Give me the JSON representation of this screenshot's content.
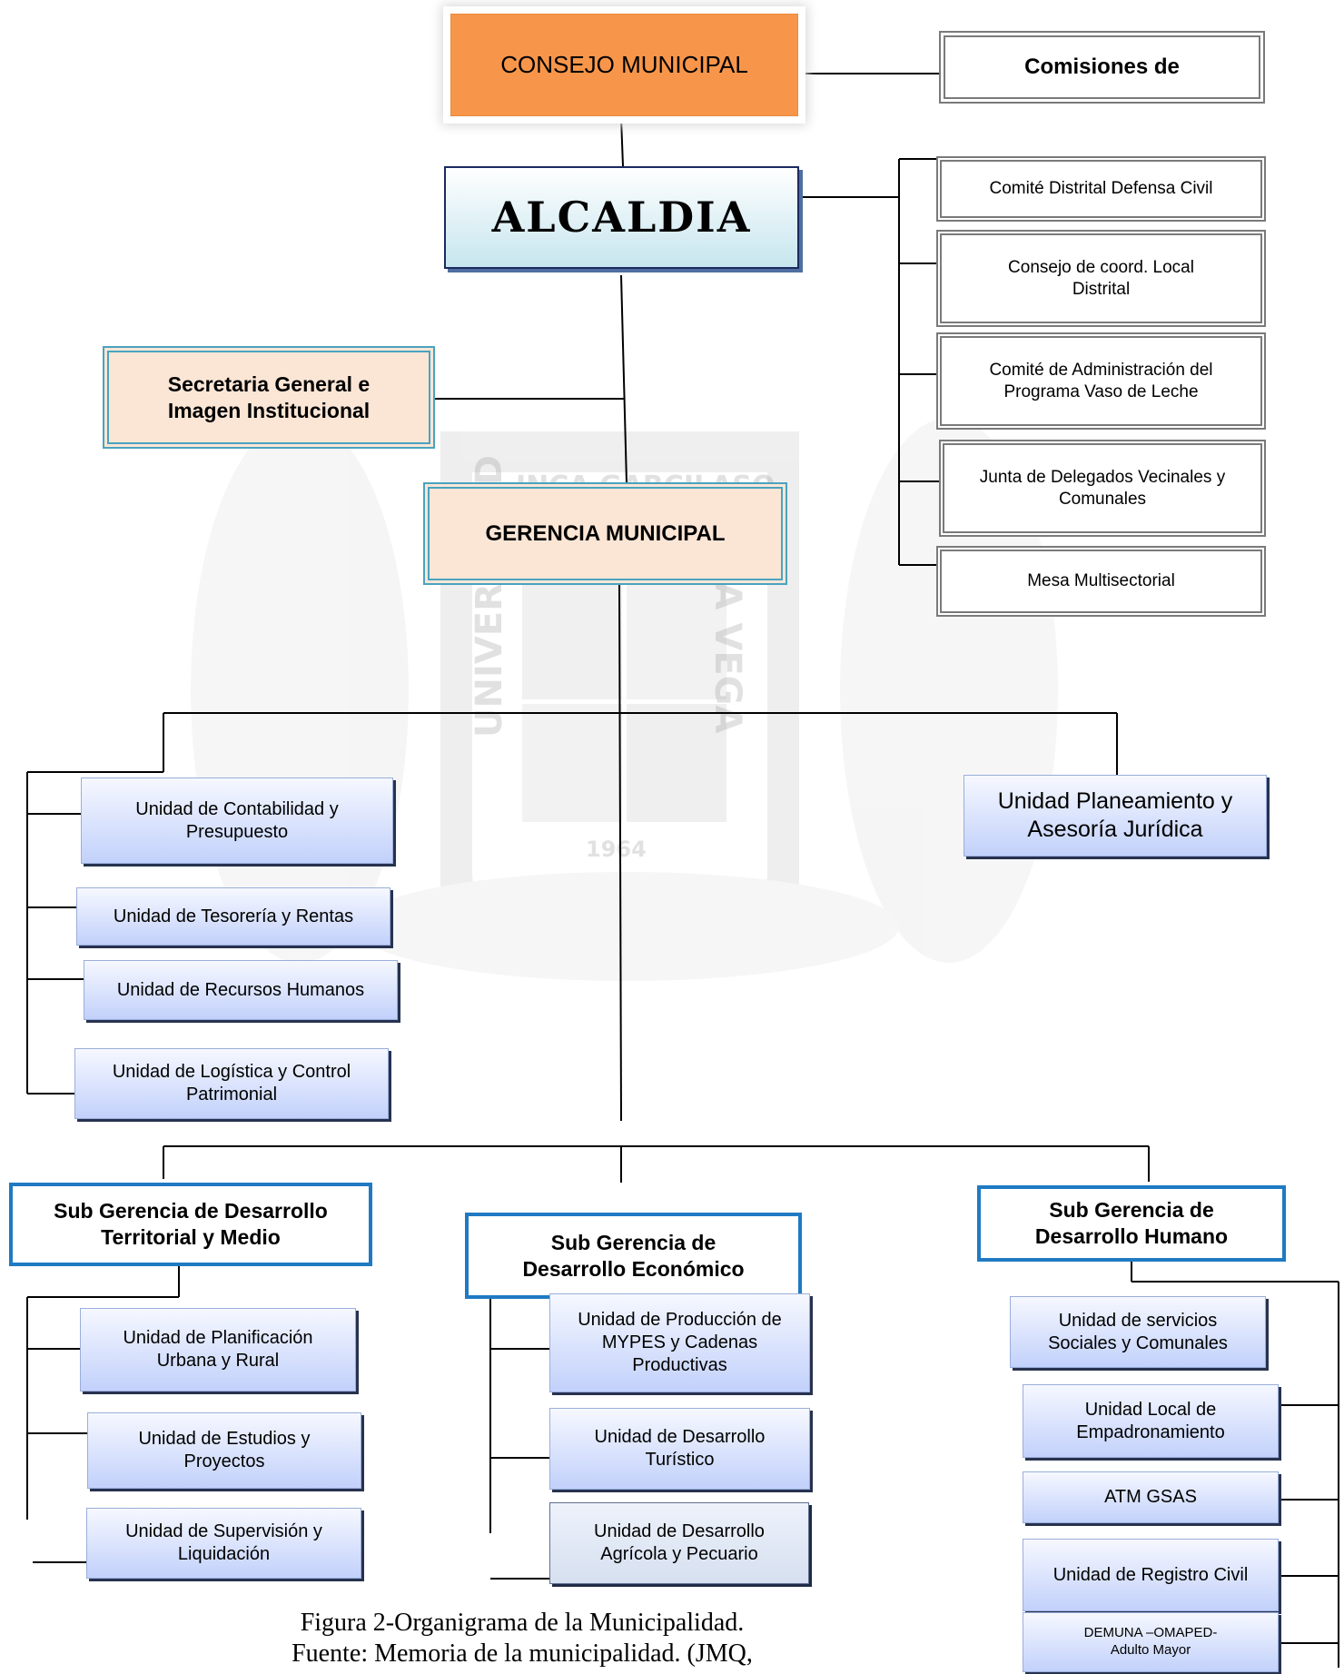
{
  "top": {
    "council": "CONSEJO MUNICIPAL",
    "commissions": "Comisiones de",
    "mayor": "ALCALDIA"
  },
  "advisory": [
    "Comité Distrital Defensa Civil",
    "Consejo de coord. Local Distrital",
    "Comité de Administración del Programa Vaso de Leche",
    "Junta de Delegados Vecinales y Comunales",
    "Mesa Multisectorial"
  ],
  "secretary": "Secretaria General e Imagen Institucional",
  "management": "GERENCIA MUNICIPAL",
  "support_units": [
    "Unidad de Contabilidad y Presupuesto",
    "Unidad de Tesorería y Rentas",
    "Unidad de Recursos Humanos",
    "Unidad de Logística y Control Patrimonial"
  ],
  "planning_unit": "Unidad Planeamiento y Asesoría Jurídica",
  "subgerencias": [
    {
      "title": "Sub Gerencia de Desarrollo Territorial y Medio",
      "units": [
        "Unidad de Planificación Urbana y Rural",
        "Unidad de Estudios y Proyectos",
        "Unidad de Supervisión y Liquidación"
      ]
    },
    {
      "title": "Sub Gerencia de Desarrollo Económico",
      "units": [
        "Unidad de Producción de MYPES y Cadenas Productivas",
        "Unidad de Desarrollo Turístico",
        "Unidad de Desarrollo Agrícola y Pecuario"
      ]
    },
    {
      "title": "Sub Gerencia de Desarrollo Humano",
      "units": [
        "Unidad de servicios Sociales y Comunales",
        "Unidad Local de Empadronamiento",
        "ATM GSAS",
        "Unidad de Registro Civil",
        "DEMUNA –OMAPED- Adulto Mayor"
      ]
    }
  ],
  "watermark": {
    "left": "UNIVERSIDAD",
    "top": "INCA GARCILASO",
    "right": "LA VEGA",
    "year": "1964"
  },
  "caption": {
    "line1": "Figura 2-Organigrama de la Municipalidad.",
    "line2": "Fuente: Memoria de la municipalidad. (JMQ,"
  }
}
